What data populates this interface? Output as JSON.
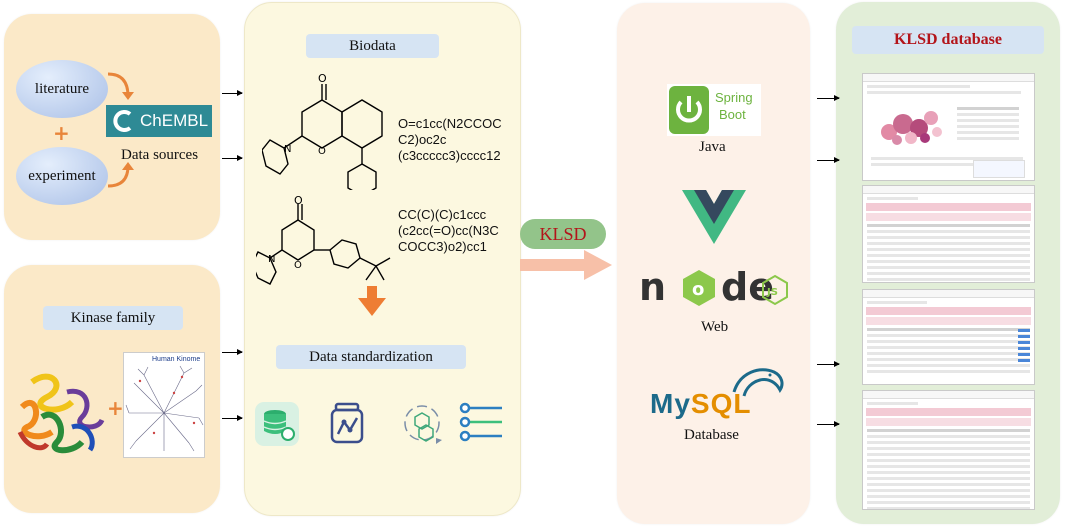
{
  "sources": {
    "literature": "literature",
    "experiment": "experiment",
    "chembl": "ChEMBL",
    "caption": "Data sources"
  },
  "kinase": {
    "label": "Kinase family",
    "kinome_title": "Human Kinome"
  },
  "biodata": {
    "label": "Biodata",
    "smiles1": [
      "O=c1cc(N2CCOC",
      "C2)oc2c",
      "(c3ccccc3)cccc12"
    ],
    "smiles2": [
      "CC(C)(C)c1ccc",
      "(c2cc(=O)cc(N3C",
      "COCC3)o2)cc1"
    ],
    "standardization": "Data standardization"
  },
  "center": {
    "klsd": "KLSD"
  },
  "tech": {
    "spring_line1": "Spring",
    "spring_line2": "Boot",
    "java": "Java",
    "node": "node",
    "js": "JS",
    "web": "Web",
    "mysql_my": "My",
    "mysql_sql": "SQL",
    "database": "Database"
  },
  "db": {
    "title": "KLSD database"
  },
  "colors": {
    "panel_orange": "#fbe9c8",
    "panel_yellow": "#fcf8e0",
    "panel_peach": "#fdf1e8",
    "panel_green": "#e2eed8",
    "klsd_pill": "#93c48a",
    "title_red": "#b3141a",
    "arrow_orange": "#ee7d33"
  }
}
